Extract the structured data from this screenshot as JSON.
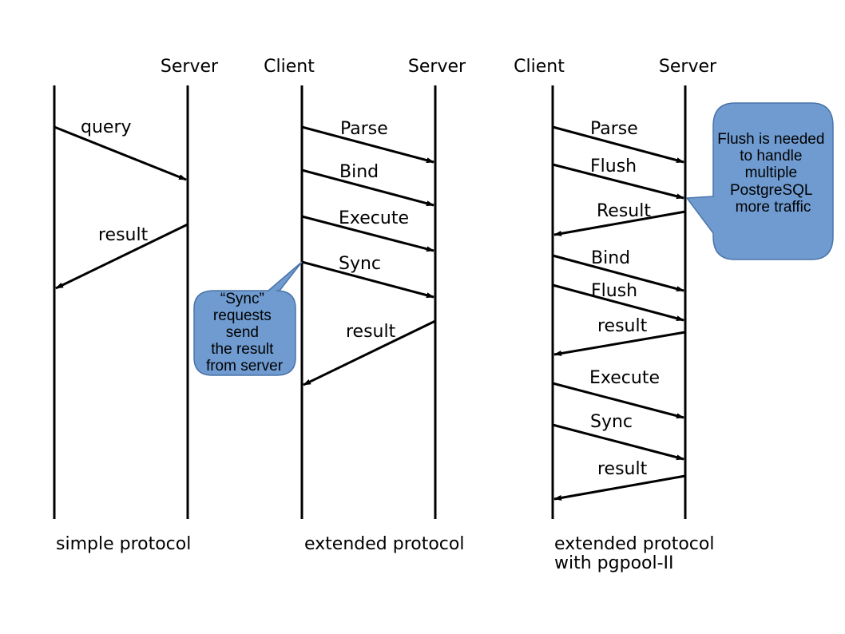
{
  "panels": {
    "simple": {
      "server_label": "Server",
      "caption": "simple protocol",
      "messages": [
        "query",
        "result"
      ]
    },
    "extended": {
      "client_label": "Client",
      "server_label": "Server",
      "caption": "extended protocol",
      "messages": [
        "Parse",
        "Bind",
        "Execute",
        "Sync",
        "result"
      ],
      "callout": [
        "“Sync”",
        "requests",
        "send",
        "the result",
        "from server"
      ]
    },
    "pgpool": {
      "client_label": "Client",
      "server_label": "Server",
      "caption_lines": [
        "extended protocol",
        "with pgpool-II"
      ],
      "messages": [
        "Parse",
        "Flush",
        "Result",
        "Bind",
        "Flush",
        "result",
        "Execute",
        "Sync",
        "result"
      ],
      "callout": [
        "Flush is needed",
        "to handle",
        "multiple",
        "PostgreSQL",
        "",
        "more traffic"
      ]
    }
  },
  "colors": {
    "line": "#000000",
    "callout_fill": "#6f9bd0",
    "callout_stroke": "#4a74a8"
  }
}
